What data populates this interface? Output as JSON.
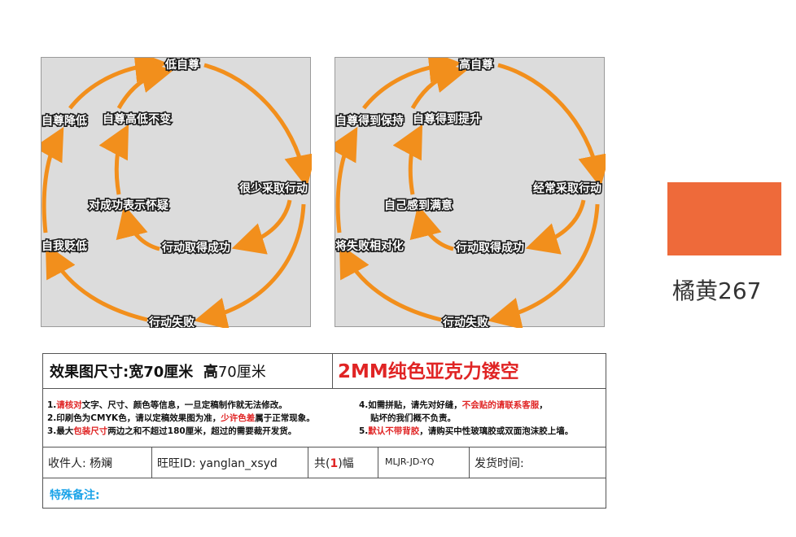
{
  "diagrams": [
    {
      "id": "low",
      "nodes": {
        "top": "低自尊",
        "right": "很少采取行动",
        "bottom": "行动失败",
        "outer_upper_left": "自尊降低",
        "outer_lower_left": "自我贬低",
        "inner_top": "自尊高低不变",
        "inner_left": "对成功表示怀疑",
        "inner_bottom": "行动取得成功"
      }
    },
    {
      "id": "high",
      "nodes": {
        "top": "高自尊",
        "right": "经常采取行动",
        "bottom": "行动失败",
        "outer_upper_left": "自尊得到保持",
        "outer_lower_left": "将失败相对化",
        "inner_top": "自尊得到提升",
        "inner_left": "自己感到满意",
        "inner_bottom": "行动取得成功"
      }
    }
  ],
  "colors": {
    "arrow": "#f28f1c",
    "panel": "#dcdcdc",
    "swatch": "#ee6a3a",
    "alert": "#e02424",
    "remark": "#1aa3e8"
  },
  "swatch": {
    "label": "橘黄267"
  },
  "order": {
    "size_label": "效果图尺寸:",
    "width": "宽70厘米",
    "height_prefix": "高",
    "height_value": "70厘米",
    "material": "2MM纯色亚克力镂空",
    "notes": {
      "n1_a": "1.",
      "n1_red": "请核对",
      "n1_b": "文字、尺寸、颜色等信息，一旦定稿制作就无法修改。",
      "n2_a": "2.印刷色为CMYK色，请以定稿效果图为准，",
      "n2_red": "少许色差",
      "n2_b": "属于正常现象。",
      "n3_a": "3.最大",
      "n3_red": "包装尺寸",
      "n3_b": "两边之和不超过180厘米，超过的需要裁开发货。",
      "n4_a": "4.如需拼贴，请先对好缝，",
      "n4_red": "不会贴的请联系客服",
      "n4_b": "，",
      "n4_cont": "贴坏的我们概不负责。",
      "n5_a": "5.",
      "n5_red": "默认不带背胶",
      "n5_b": "，请购买中性玻璃胶或双面泡沫胶上墙。"
    },
    "recipient": "收件人:  杨斓",
    "wangwang": "旺旺ID: yanglan_xsyd",
    "count_prefix": "共(",
    "count_value": "1",
    "count_suffix": ")幅",
    "code": "MLJR-JD-YQ",
    "ship_time": "发货时间:",
    "remark": "特殊备注:"
  }
}
